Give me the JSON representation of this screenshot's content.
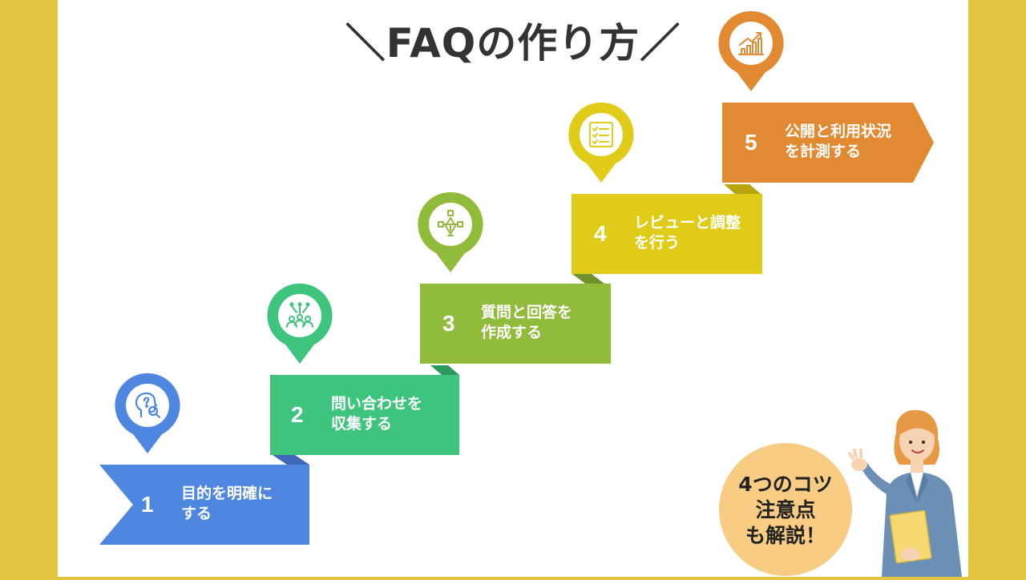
{
  "title": "＼FAQの作り方／",
  "steps": [
    {
      "number": "1",
      "label": "目的を明確に\nする",
      "color": "#4f86e0",
      "fold": "#3d68b8",
      "icon": "head-question-icon"
    },
    {
      "number": "2",
      "label": "問い合わせを\n収集する",
      "color": "#3ec47c",
      "fold": "#2a9a5e",
      "icon": "group-network-icon"
    },
    {
      "number": "3",
      "label": "質問と回答を\n作成する",
      "color": "#91bb3a",
      "fold": "#6f9328",
      "icon": "pen-tool-icon"
    },
    {
      "number": "4",
      "label": "レビューと調整\nを行う",
      "color": "#dfcb18",
      "fold": "#b8a40f",
      "icon": "checklist-icon"
    },
    {
      "number": "5",
      "label": "公開と利用状況\nを計測する",
      "color": "#e28a32",
      "fold": "#bf6c20",
      "icon": "growth-chart-icon"
    }
  ],
  "tips": {
    "text": "4つのコツ\n注意点\nも解説！",
    "color": "#f8cc82"
  },
  "colors": {
    "side_band": "#e2c440",
    "panel": "#ffffff",
    "title": "#333333"
  }
}
